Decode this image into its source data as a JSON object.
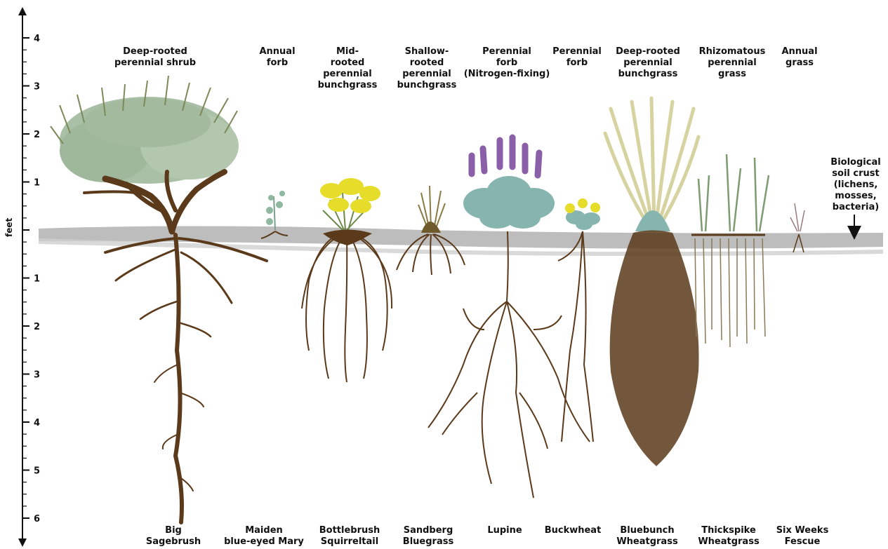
{
  "axis": {
    "title": "feet",
    "above_ticks": [
      "4",
      "3",
      "2",
      "1"
    ],
    "below_ticks": [
      "1",
      "2",
      "3",
      "4",
      "5",
      "6"
    ]
  },
  "colors": {
    "soil": "#a9a9a9",
    "root": "#5a3a1a",
    "sage_foliage": "#a9bfa6",
    "yellow_flower": "#e6dd2a",
    "lupine_leaf": "#86b5b0",
    "lupine_flower": "#8a5fa8",
    "wheatgrass_plume": "#e6e2b3",
    "grass_green": "#7e9b72"
  },
  "plants": [
    {
      "id": "sagebrush",
      "type_label": "Deep-rooted\nperennial shrub",
      "name": "Big\nSagebrush"
    },
    {
      "id": "mary",
      "type_label": "Annual\nforb",
      "name": "Maiden\nblue-eyed Mary"
    },
    {
      "id": "squirreltail",
      "type_label": "Mid-\nrooted\nperennial\nbunchgrass",
      "name": "Bottlebrush\nSquirreltail"
    },
    {
      "id": "bluegrass",
      "type_label": "Shallow-\nrooted\nperennial\nbunchgrass",
      "name": "Sandberg\nBluegrass"
    },
    {
      "id": "lupine",
      "type_label": "Perennial\nforb\n(Nitrogen-fixing)",
      "name": "Lupine"
    },
    {
      "id": "buckwheat",
      "type_label": "Perennial\nforb",
      "name": "Buckwheat"
    },
    {
      "id": "bluebunch",
      "type_label": "Deep-rooted\nperennial\nbunchgrass",
      "name": "Bluebunch\nWheatgrass"
    },
    {
      "id": "thickspike",
      "type_label": "Rhizomatous\nperennial\ngrass",
      "name": "Thickspike\nWheatgrass"
    },
    {
      "id": "fescue",
      "type_label": "Annual\ngrass",
      "name": "Six Weeks\nFescue"
    }
  ],
  "annotation": {
    "text": "Biological\nsoil crust\n(lichens,\nmosses,\nbacteria)"
  }
}
